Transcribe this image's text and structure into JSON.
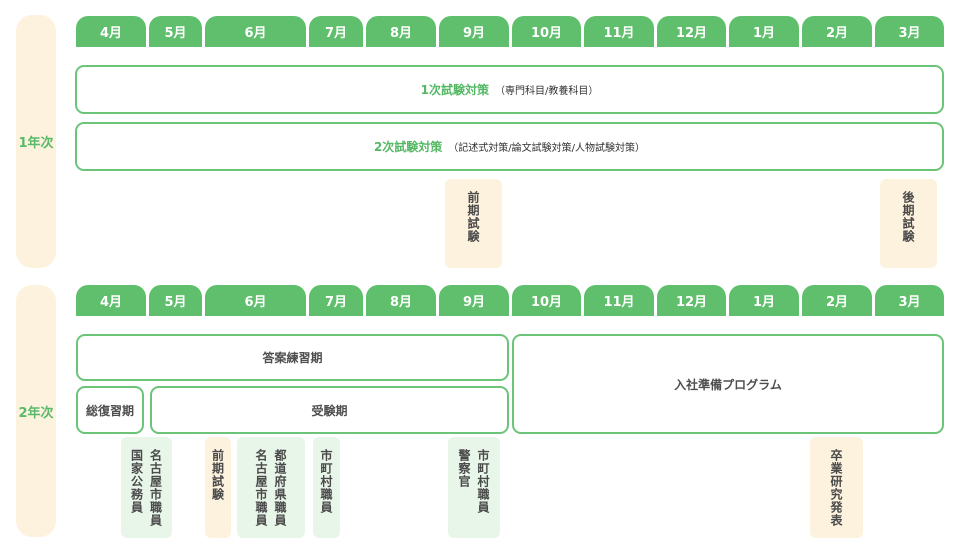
{
  "year1": {
    "label": "1年次",
    "months": [
      "4月",
      "5月",
      "6月",
      "7月",
      "8月",
      "9月",
      "10月",
      "11月",
      "12月",
      "1月",
      "2月",
      "3月"
    ],
    "bar1": {
      "title": "1次試験対策",
      "sub": "（専門科目/教養科目）"
    },
    "bar2": {
      "title": "2次試験対策",
      "sub": "（記述式対策/論文試験対策/人物試験対策）"
    },
    "exams": [
      [
        "前期試験"
      ],
      [
        "後期試験"
      ]
    ]
  },
  "year2": {
    "label": "2年次",
    "months": [
      "4月",
      "5月",
      "6月",
      "7月",
      "8月",
      "9月",
      "10月",
      "11月",
      "12月",
      "1月",
      "2月",
      "3月"
    ],
    "bars": {
      "answer": "答案練習期",
      "review": "総復習期",
      "exam_period": "受験期",
      "program": "入社準備プログラム"
    },
    "exams": [
      [
        "名古屋市職員",
        "国家公務員"
      ],
      [
        "前期試験"
      ],
      [
        "都道府県職員",
        "名古屋市職員"
      ],
      [
        "市町村職員"
      ],
      [
        "市町村職員",
        "警察官"
      ],
      [
        "卒業研究発表"
      ]
    ]
  },
  "colors": {
    "accent": "#60bf6c",
    "cream": "#fdf2dd",
    "mint": "#e8f6ea"
  }
}
